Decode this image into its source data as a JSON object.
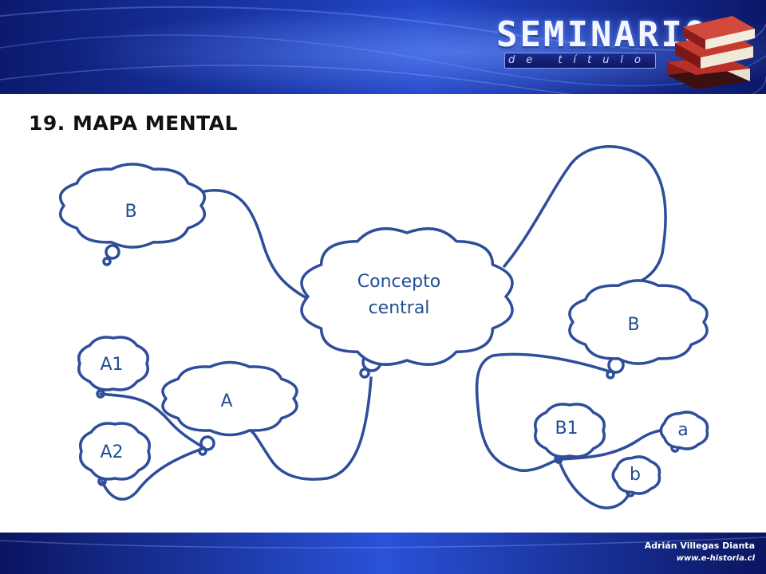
{
  "header": {
    "logo_main": "SEMINARIO",
    "logo_sub": "de título",
    "logo_icon": "books-stack-icon"
  },
  "slide": {
    "title": "19. MAPA MENTAL"
  },
  "nodes": {
    "central": {
      "line1": "Concepto",
      "line2": "central"
    },
    "b_left": "B",
    "b_right": "B",
    "a": "A",
    "a1": "A1",
    "a2": "A2",
    "b1": "B1",
    "small_a": "a",
    "small_b": "b"
  },
  "footer": {
    "author": "Adrián Villegas Dianta",
    "url": "www.e-historia.cl"
  },
  "colors": {
    "stroke": "#2e4d9a",
    "label": "#1f4e91",
    "header_dark": "#0a1560",
    "header_light": "#3d6cf0"
  }
}
